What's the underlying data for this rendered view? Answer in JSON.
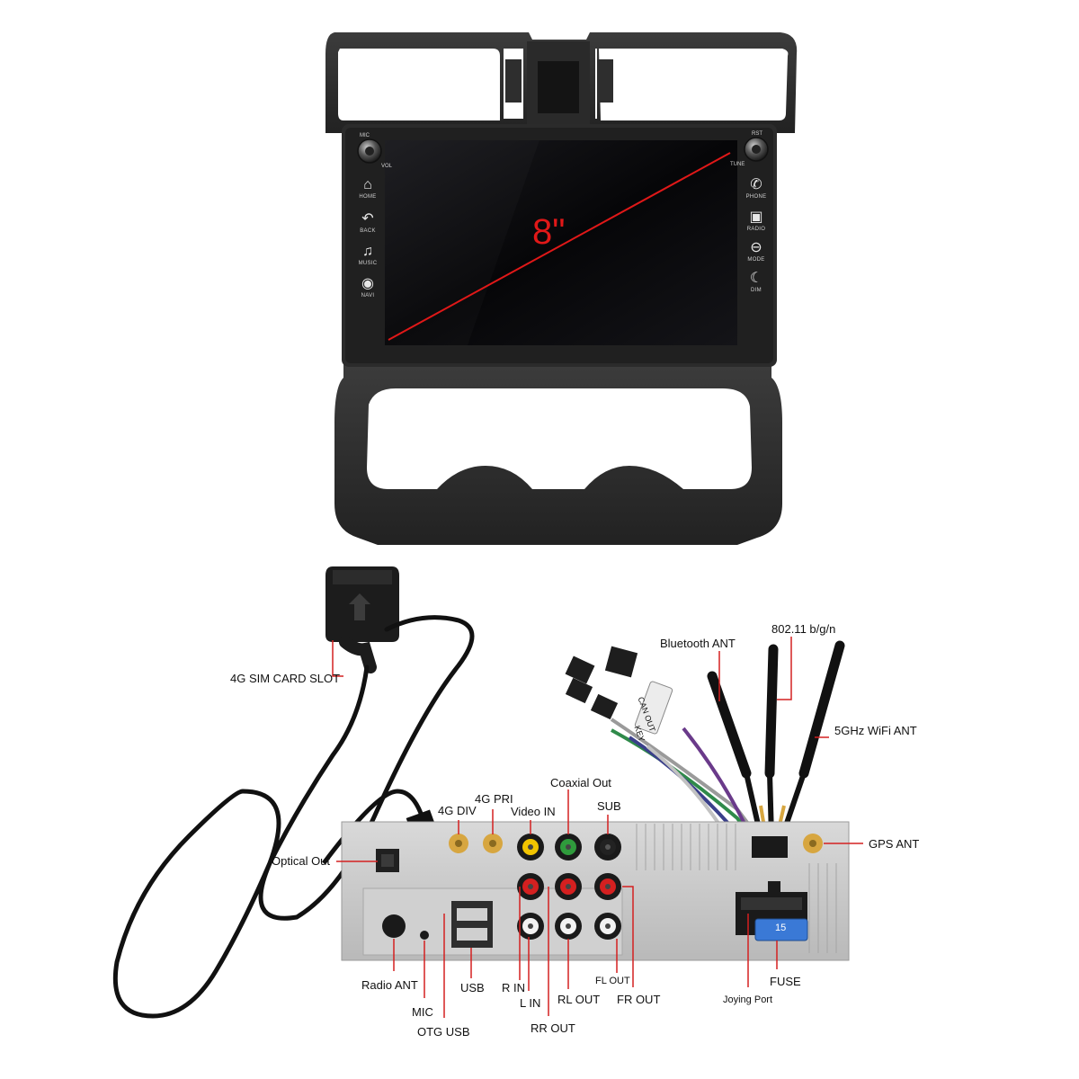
{
  "screen": {
    "size_label": "8\"",
    "left_keys": [
      {
        "icon": "home-icon",
        "glyph": "⌂",
        "label": "HOME"
      },
      {
        "icon": "back-icon",
        "glyph": "↶",
        "label": "BACK"
      },
      {
        "icon": "music-icon",
        "glyph": "♫",
        "label": "MUSIC"
      },
      {
        "icon": "navigation-icon",
        "glyph": "◉",
        "label": "NAVI"
      }
    ],
    "right_keys": [
      {
        "icon": "phone-icon",
        "glyph": "✆",
        "label": "PHONE"
      },
      {
        "icon": "radio-icon",
        "glyph": "▣",
        "label": "RADIO"
      },
      {
        "icon": "mode-icon",
        "glyph": "⊖",
        "label": "MODE"
      },
      {
        "icon": "night-mode-icon",
        "glyph": "☾",
        "label": "DIM"
      }
    ],
    "knob_labels": {
      "left_top": "MIC",
      "left_side": "VOL",
      "right_top": "RST",
      "right_side": "TUNE"
    }
  },
  "colors": {
    "accent_red": "#e01818",
    "bezel": "#2b2b2b",
    "screen": "#0c0c0e",
    "chassis": "#c9c9c9",
    "rca_red": "#d42020",
    "rca_yellow": "#f2c400",
    "rca_green": "#2f9b3c",
    "rca_white": "#f2f2f2",
    "fuse_blue": "#3a79d6",
    "gold": "#d7a640"
  },
  "labels": {
    "sim_slot": "4G SIM CARD SLOT",
    "bluetooth_ant": "Bluetooth ANT",
    "wifi_80211": "802.11 b/g/n",
    "wifi_5ghz": "5GHz WiFi ANT",
    "gps_ant": "GPS ANT",
    "coaxial_out": "Coaxial Out",
    "four_g_pri": "4G PRI",
    "four_g_div": "4G DIV",
    "video_in": "Video IN",
    "sub": "SUB",
    "optical_out": "Optical Out",
    "radio_ant": "Radio ANT",
    "mic": "MIC",
    "otg_usb": "OTG USB",
    "usb": "USB",
    "r_in": "R IN",
    "l_in": "L IN",
    "rr_out": "RR OUT",
    "rl_out": "RL OUT",
    "fl_out": "FL OUT",
    "fr_out": "FR OUT",
    "joying_port": "Joying Port",
    "fuse": "FUSE",
    "fuse_rating": "15",
    "cable_tag_1": "CAN OUT",
    "cable_tag_2": "KEY"
  }
}
